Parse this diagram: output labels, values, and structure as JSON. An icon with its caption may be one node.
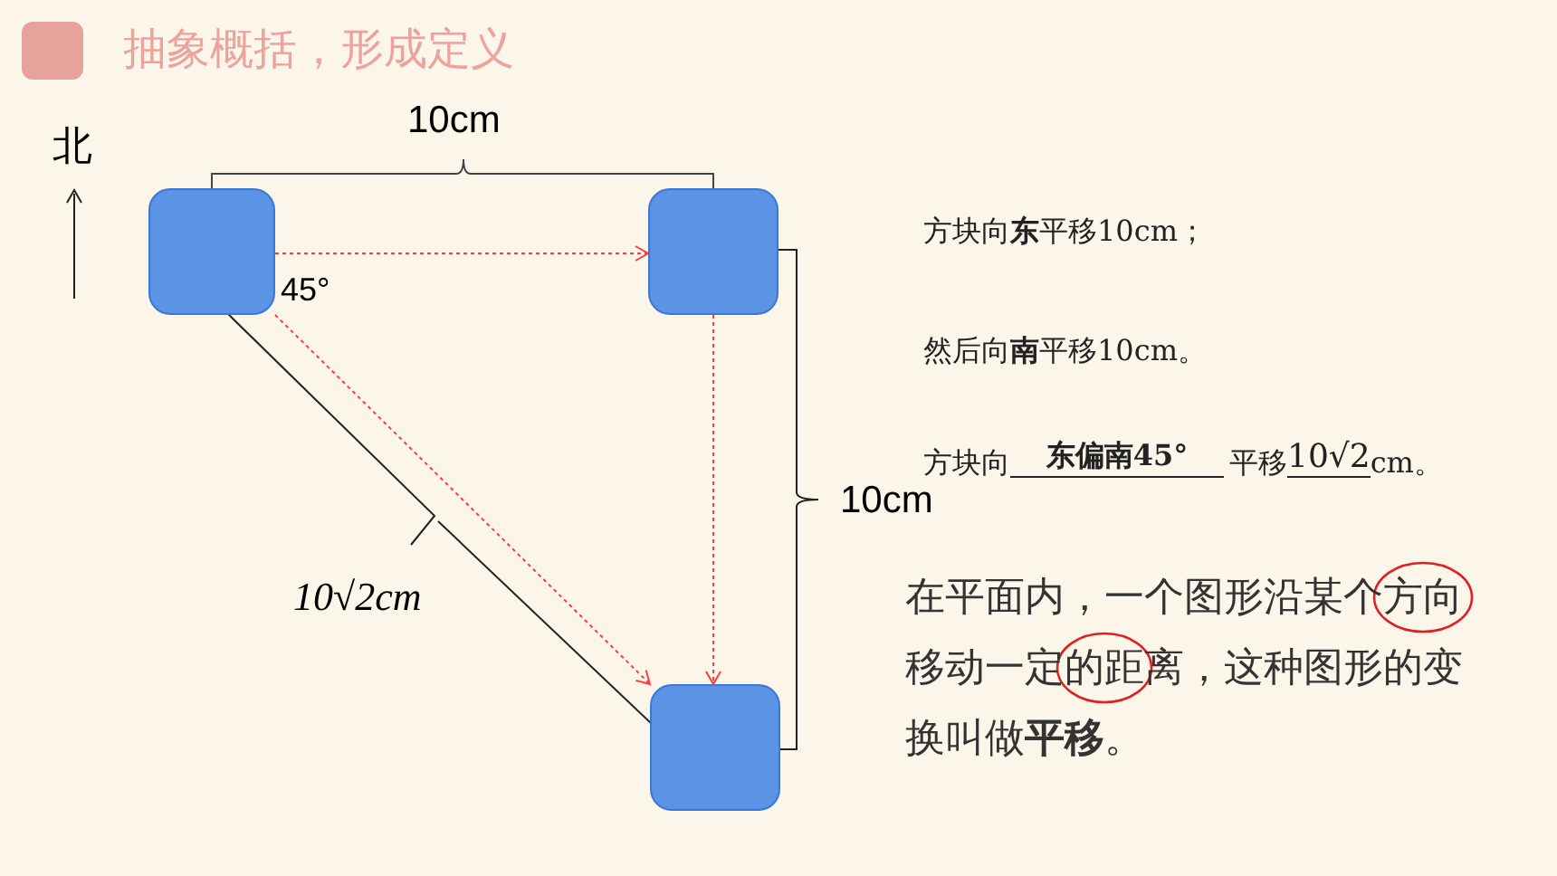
{
  "diagram": {
    "title": "抽象概括，形成定义",
    "nodes": [
      {
        "text": [],
        "shape": "box"
      },
      {
        "text": [],
        "shape": "box"
      },
      {
        "text": [],
        "shape": "box"
      }
    ],
    "edges": [
      {
        "from": 0,
        "to": 1,
        "arrow": "to",
        "style": "dashed",
        "color": "#ff3b3b"
      },
      {
        "from": 1,
        "to": 2,
        "arrow": "to",
        "style": "dashed",
        "color": "#ff3b3b"
      },
      {
        "from": 0,
        "to": 2,
        "arrow": "to",
        "style": "dashed",
        "color": "#ff3b3b"
      }
    ],
    "labels": [
      "北",
      "10cm",
      "45°",
      "10cm",
      "10√2cm",
      "方块向**东**平移10cm；",
      "然后向**南**平移10cm。",
      "方块向",
      "东偏南45°",
      "平移",
      "10√2",
      "cm。",
      "在平面内，一个图形沿某个方向移动一定的距离，这种图形的变换叫做**平移**。"
    ]
  }
}
